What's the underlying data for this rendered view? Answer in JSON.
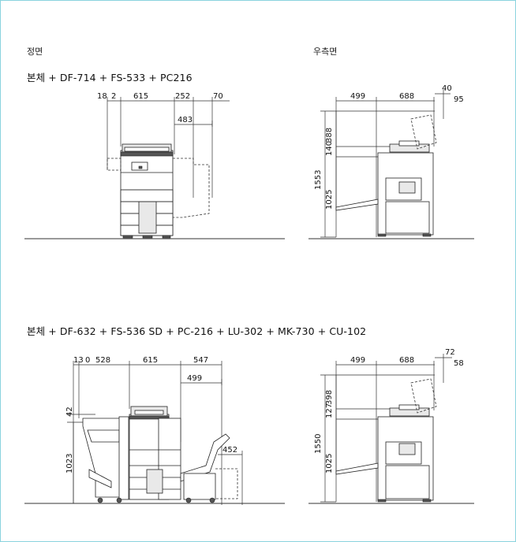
{
  "labels": {
    "front": "정면",
    "right": "우측면"
  },
  "configs": [
    {
      "title": "본체 + DF-714 + FS-533 + PC216",
      "front": {
        "d1": "18",
        "d2": "2",
        "d3": "615",
        "d4": "252",
        "d5": "70",
        "d6": "483"
      },
      "side": {
        "w1": "499",
        "w2": "688",
        "w3": "40",
        "w4": "95",
        "h1": "388",
        "h2": "140",
        "h3": "1553",
        "h4": "1025"
      }
    },
    {
      "title": "본체 + DF-632 + FS-536 SD + PC-216 + LU-302 + MK-730 + CU-102",
      "front": {
        "d1": "13",
        "d2": "0",
        "d3": "528",
        "d4": "615",
        "d5": "547",
        "d6": "499",
        "d7": "452",
        "h1": "42",
        "h2": "1023"
      },
      "side": {
        "w1": "499",
        "w2": "688",
        "w3": "72",
        "w4": "58",
        "h1": "398",
        "h2": "127",
        "h3": "1550",
        "h4": "1025"
      }
    }
  ]
}
